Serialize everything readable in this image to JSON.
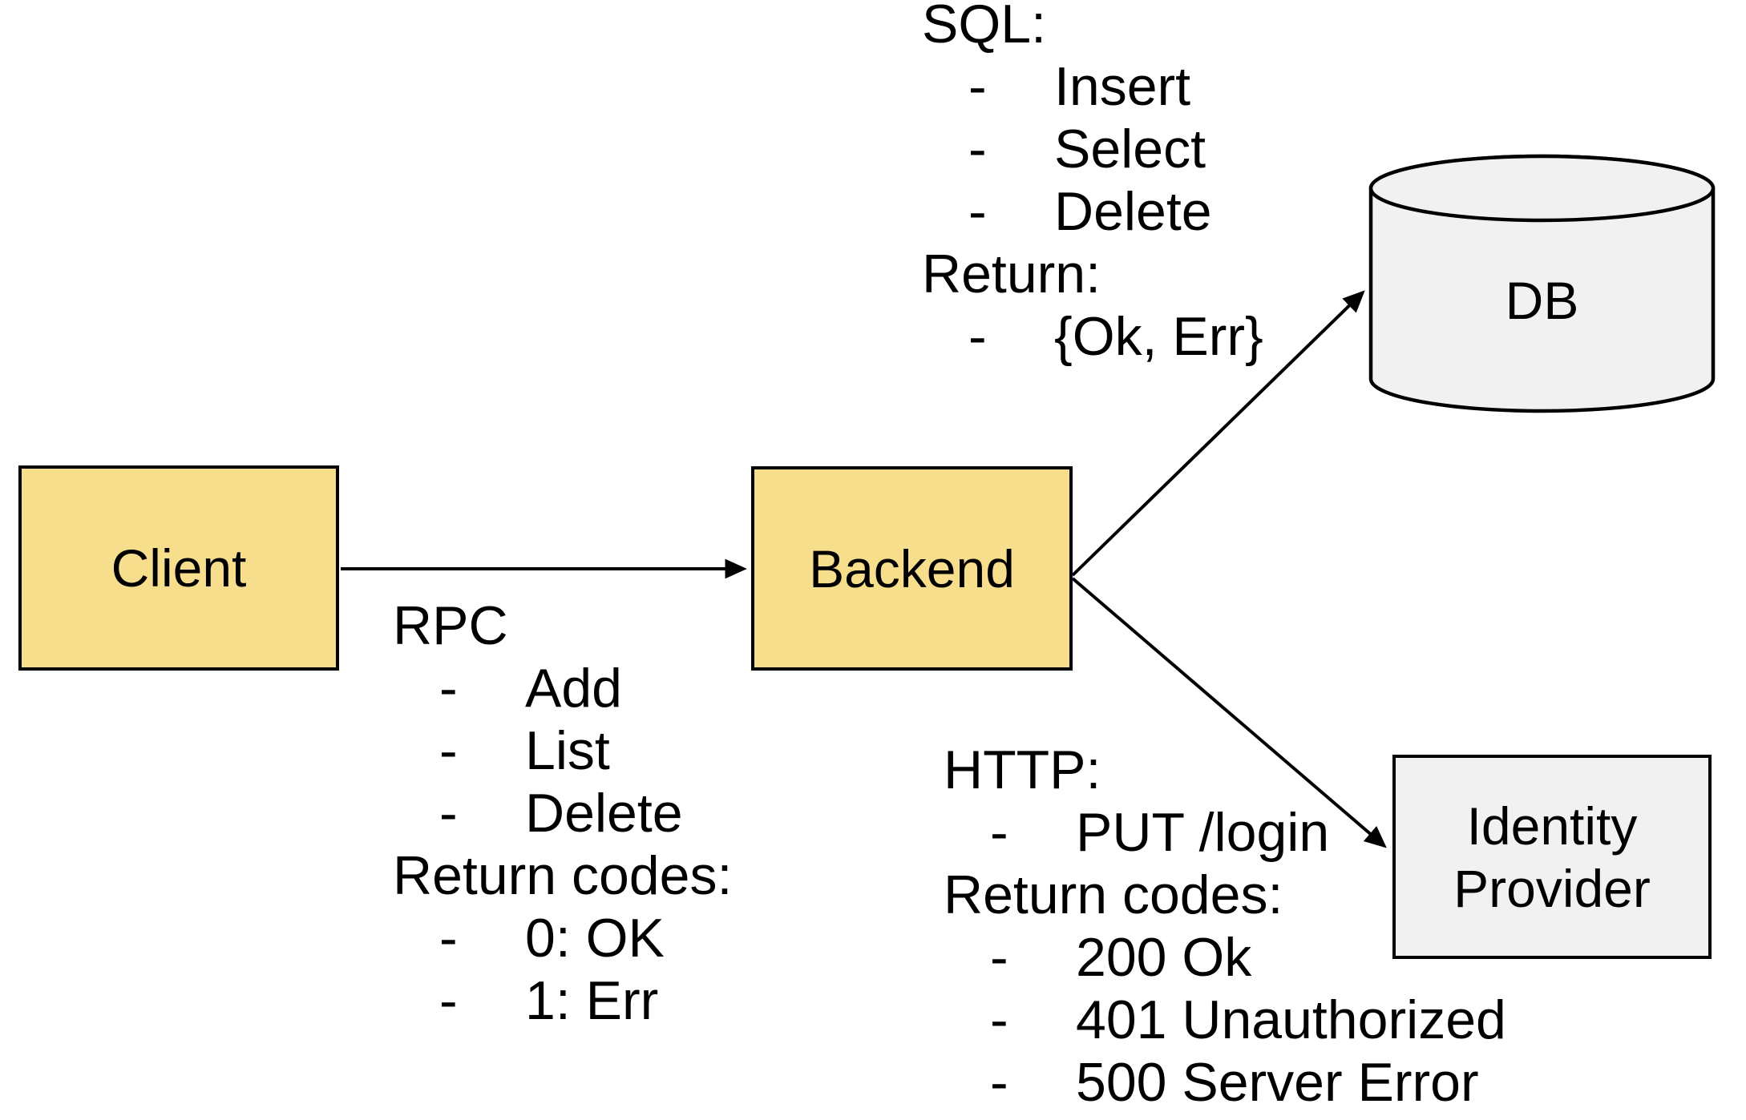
{
  "colors": {
    "background": "#FFFFFF",
    "node_fill_yellow": "#F6DE8C",
    "node_fill_gray": "#F1F1F1",
    "outline": "#000000",
    "text": "#000000"
  },
  "nodes": {
    "client": {
      "label": "Client"
    },
    "backend": {
      "label": "Backend"
    },
    "db": {
      "label": "DB"
    },
    "identity_provider": {
      "label": "Identity Provider"
    }
  },
  "annotations": {
    "bullet": "-",
    "rpc": {
      "heading": "RPC",
      "items": [
        "Add",
        "List",
        "Delete"
      ],
      "return_heading": "Return codes:",
      "return_items": [
        "0: OK",
        "1: Err"
      ]
    },
    "sql": {
      "heading": "SQL:",
      "items": [
        "Insert",
        "Select",
        "Delete"
      ],
      "return_heading": "Return:",
      "return_items": [
        "{Ok, Err}"
      ]
    },
    "http": {
      "heading": "HTTP:",
      "items": [
        "PUT /login"
      ],
      "return_heading": "Return codes:",
      "return_items": [
        "200 Ok",
        "401 Unauthorized",
        "500 Server Error"
      ]
    }
  }
}
